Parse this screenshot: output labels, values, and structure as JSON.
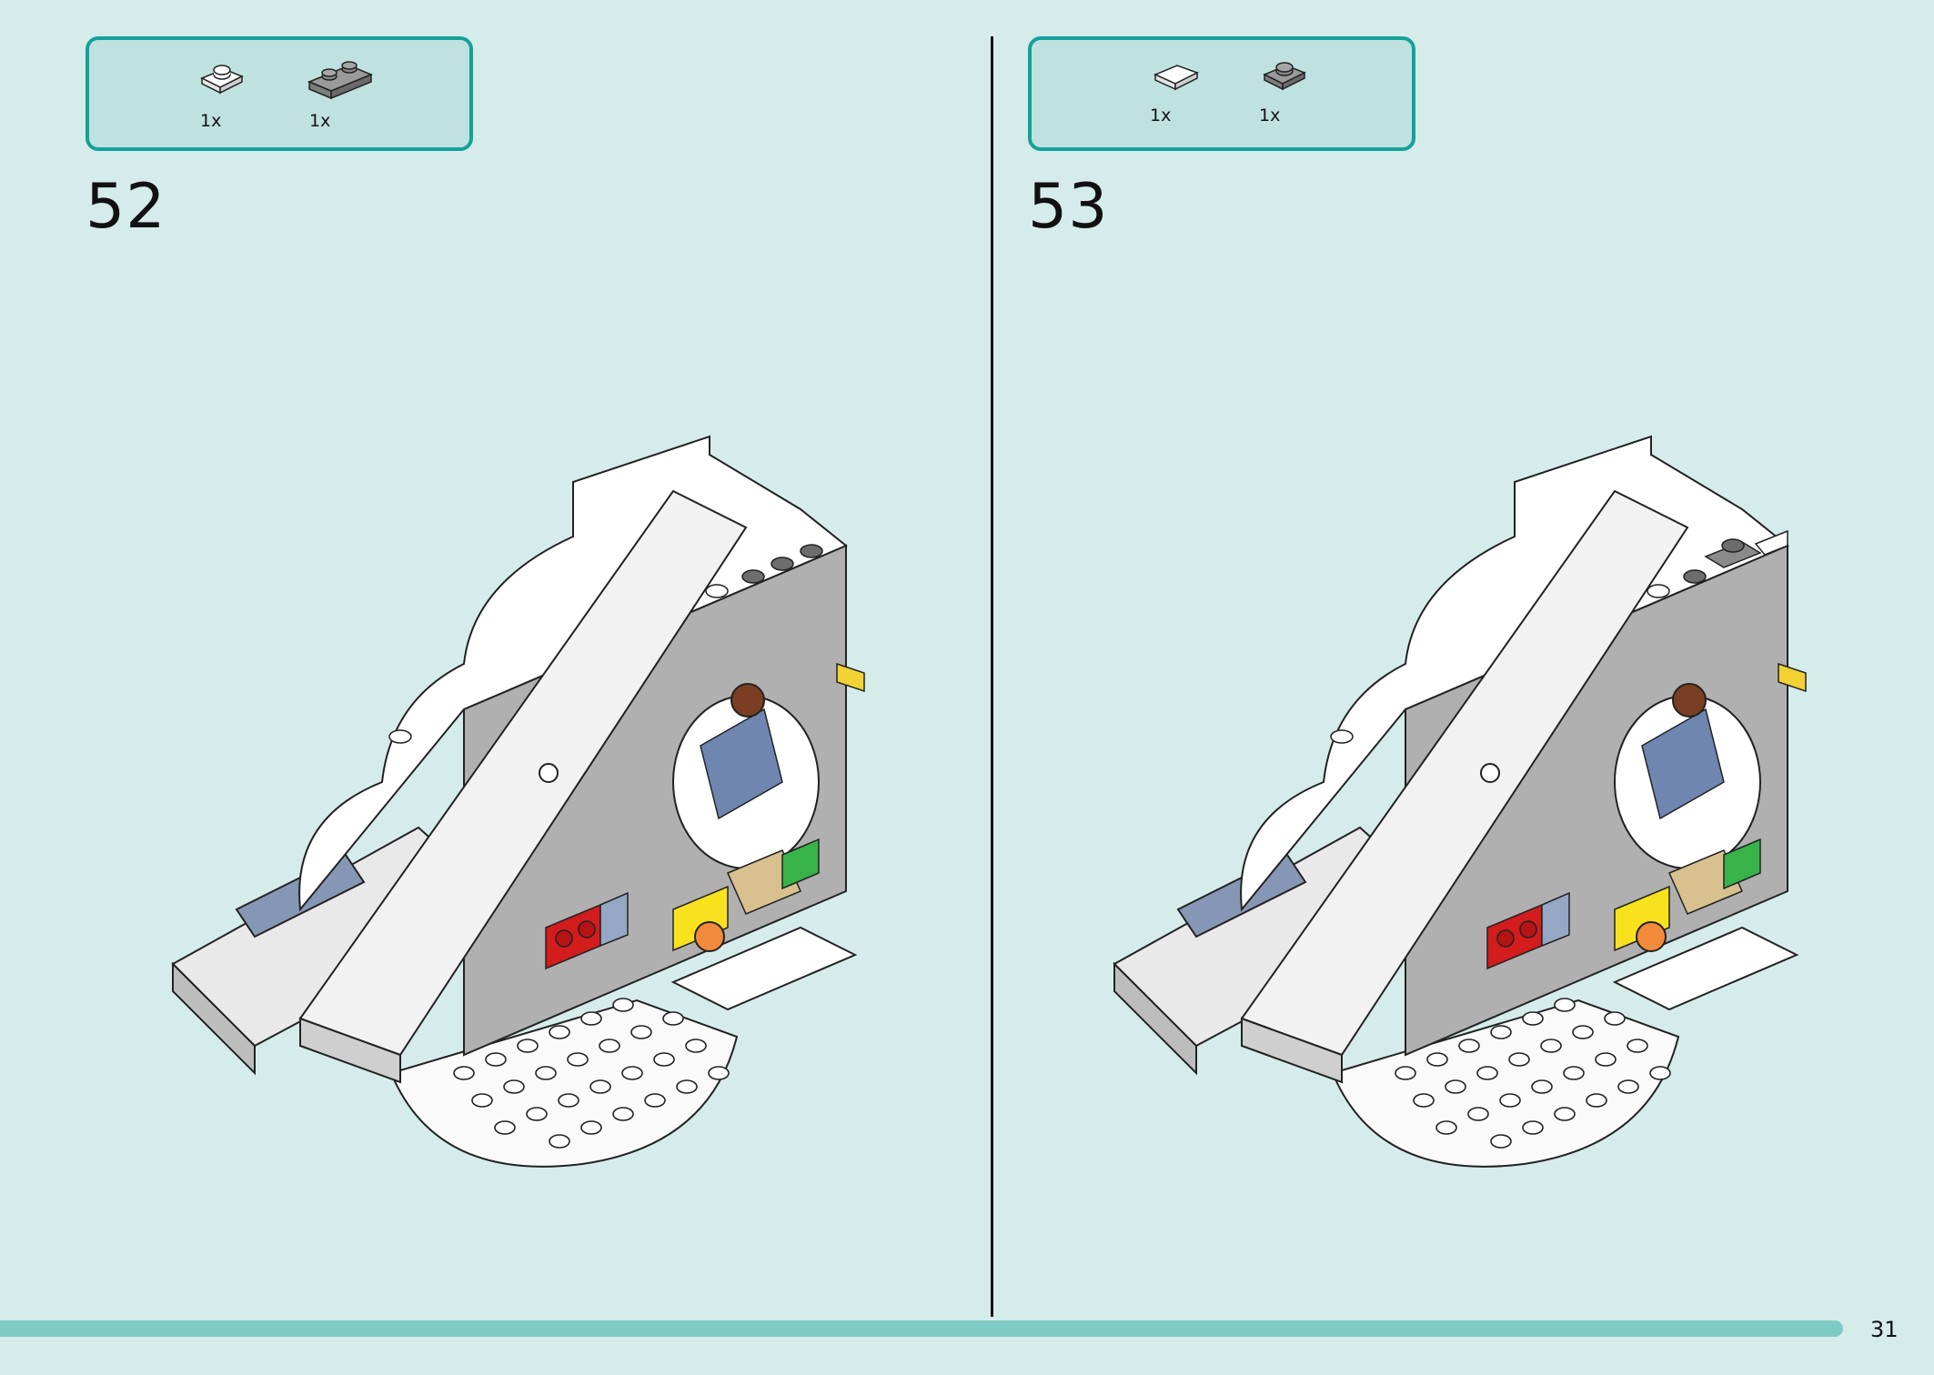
{
  "steps": [
    {
      "number": "52",
      "parts": [
        {
          "icon": "round-plate-1x1-white-icon",
          "qty": "1x",
          "color": "#ffffff"
        },
        {
          "icon": "plate-1x2-dark-gray-icon",
          "qty": "1x",
          "color": "#8a8a8a"
        }
      ]
    },
    {
      "number": "53",
      "parts": [
        {
          "icon": "tile-1x1-white-icon",
          "qty": "1x",
          "color": "#ffffff"
        },
        {
          "icon": "plate-1x1-dark-gray-icon",
          "qty": "1x",
          "color": "#8a8a8a"
        }
      ]
    }
  ],
  "page_number": "31",
  "colors": {
    "background": "#d5ecea",
    "accent": "#14a19b",
    "parts_box_fill": "#bfe2e0",
    "footer_bar": "#7ecbc6"
  }
}
